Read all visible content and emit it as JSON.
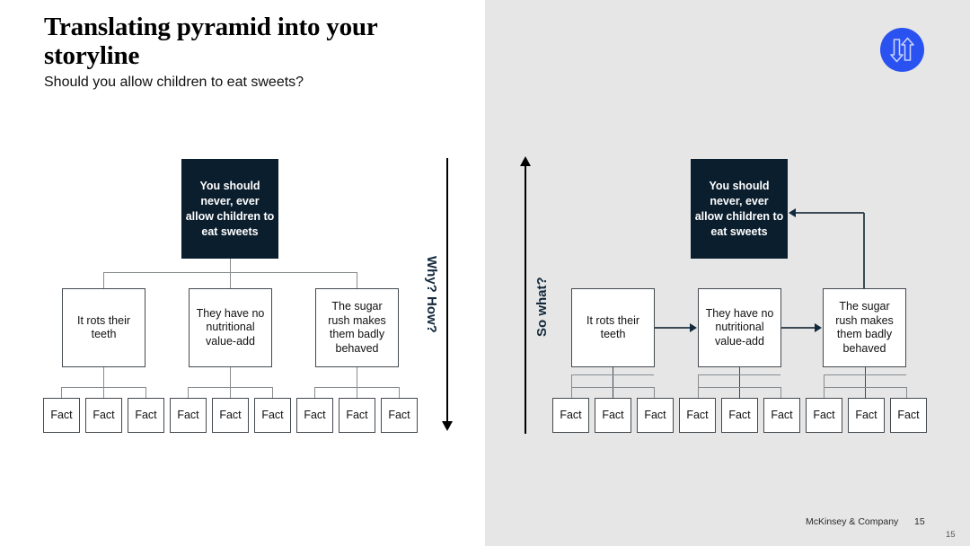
{
  "slide": {
    "title": "Translating pyramid into your storyline",
    "subtitle": "Should you allow children to eat sweets?",
    "page_number": "15",
    "corner_number": "15",
    "brand": "McKinsey & Company",
    "background_left": "#ffffff",
    "background_right": "#e6e6e6",
    "accent_dark": "#0a1e2e",
    "accent_blue": "#2a52f0"
  },
  "icons": {
    "swap": "up-down-arrows-icon"
  },
  "left_diagram": {
    "axis_label": "Why? How?",
    "axis_direction": "down",
    "top_box": "You should never, ever allow children to eat sweets",
    "level2": [
      "It rots their teeth",
      "They have no nutritional value-add",
      "The sugar rush makes them badly behaved"
    ],
    "facts": [
      "Fact",
      "Fact",
      "Fact",
      "Fact",
      "Fact",
      "Fact",
      "Fact",
      "Fact",
      "Fact"
    ]
  },
  "right_diagram": {
    "axis_label": "So what?",
    "axis_direction": "up",
    "top_box": "You should never, ever allow children to eat sweets",
    "level2": [
      "It rots their teeth",
      "They have no nutritional value-add",
      "The sugar rush makes them badly behaved"
    ],
    "facts": [
      "Fact",
      "Fact",
      "Fact",
      "Fact",
      "Fact",
      "Fact",
      "Fact",
      "Fact",
      "Fact"
    ]
  }
}
